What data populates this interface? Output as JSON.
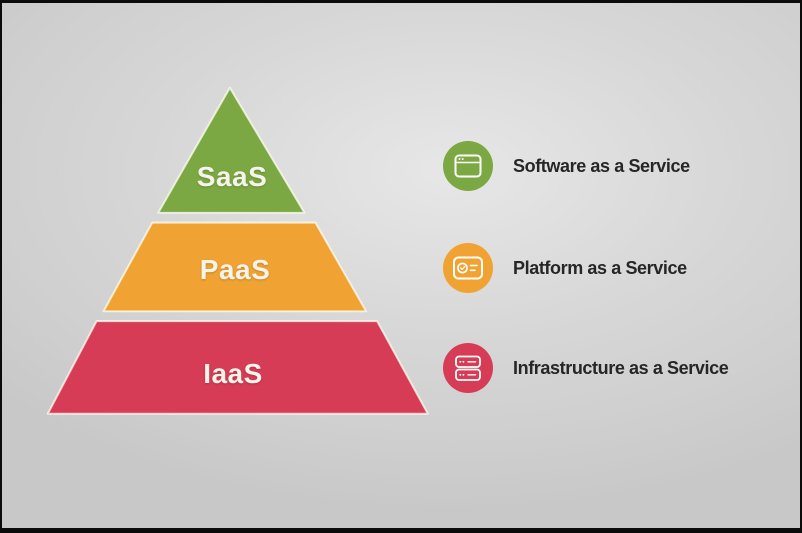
{
  "diagram": {
    "kind": "cloud-service-models-pyramid",
    "layers": [
      {
        "abbr": "SaaS",
        "full_name": "Software as a Service",
        "color": "#7CA843",
        "icon": "browser-window-icon"
      },
      {
        "abbr": "PaaS",
        "full_name": "Platform as a Service",
        "color": "#F0A232",
        "icon": "control-panel-icon"
      },
      {
        "abbr": "IaaS",
        "full_name": "Infrastructure as a Service",
        "color": "#D63C55",
        "icon": "server-stack-icon"
      }
    ]
  },
  "colors": {
    "background": "#d4d4d4",
    "frame": "#0b0b0b",
    "layer_label_text": "#f5f3ea",
    "legend_text": "#262626",
    "shape_outline": "#fffdf0"
  }
}
